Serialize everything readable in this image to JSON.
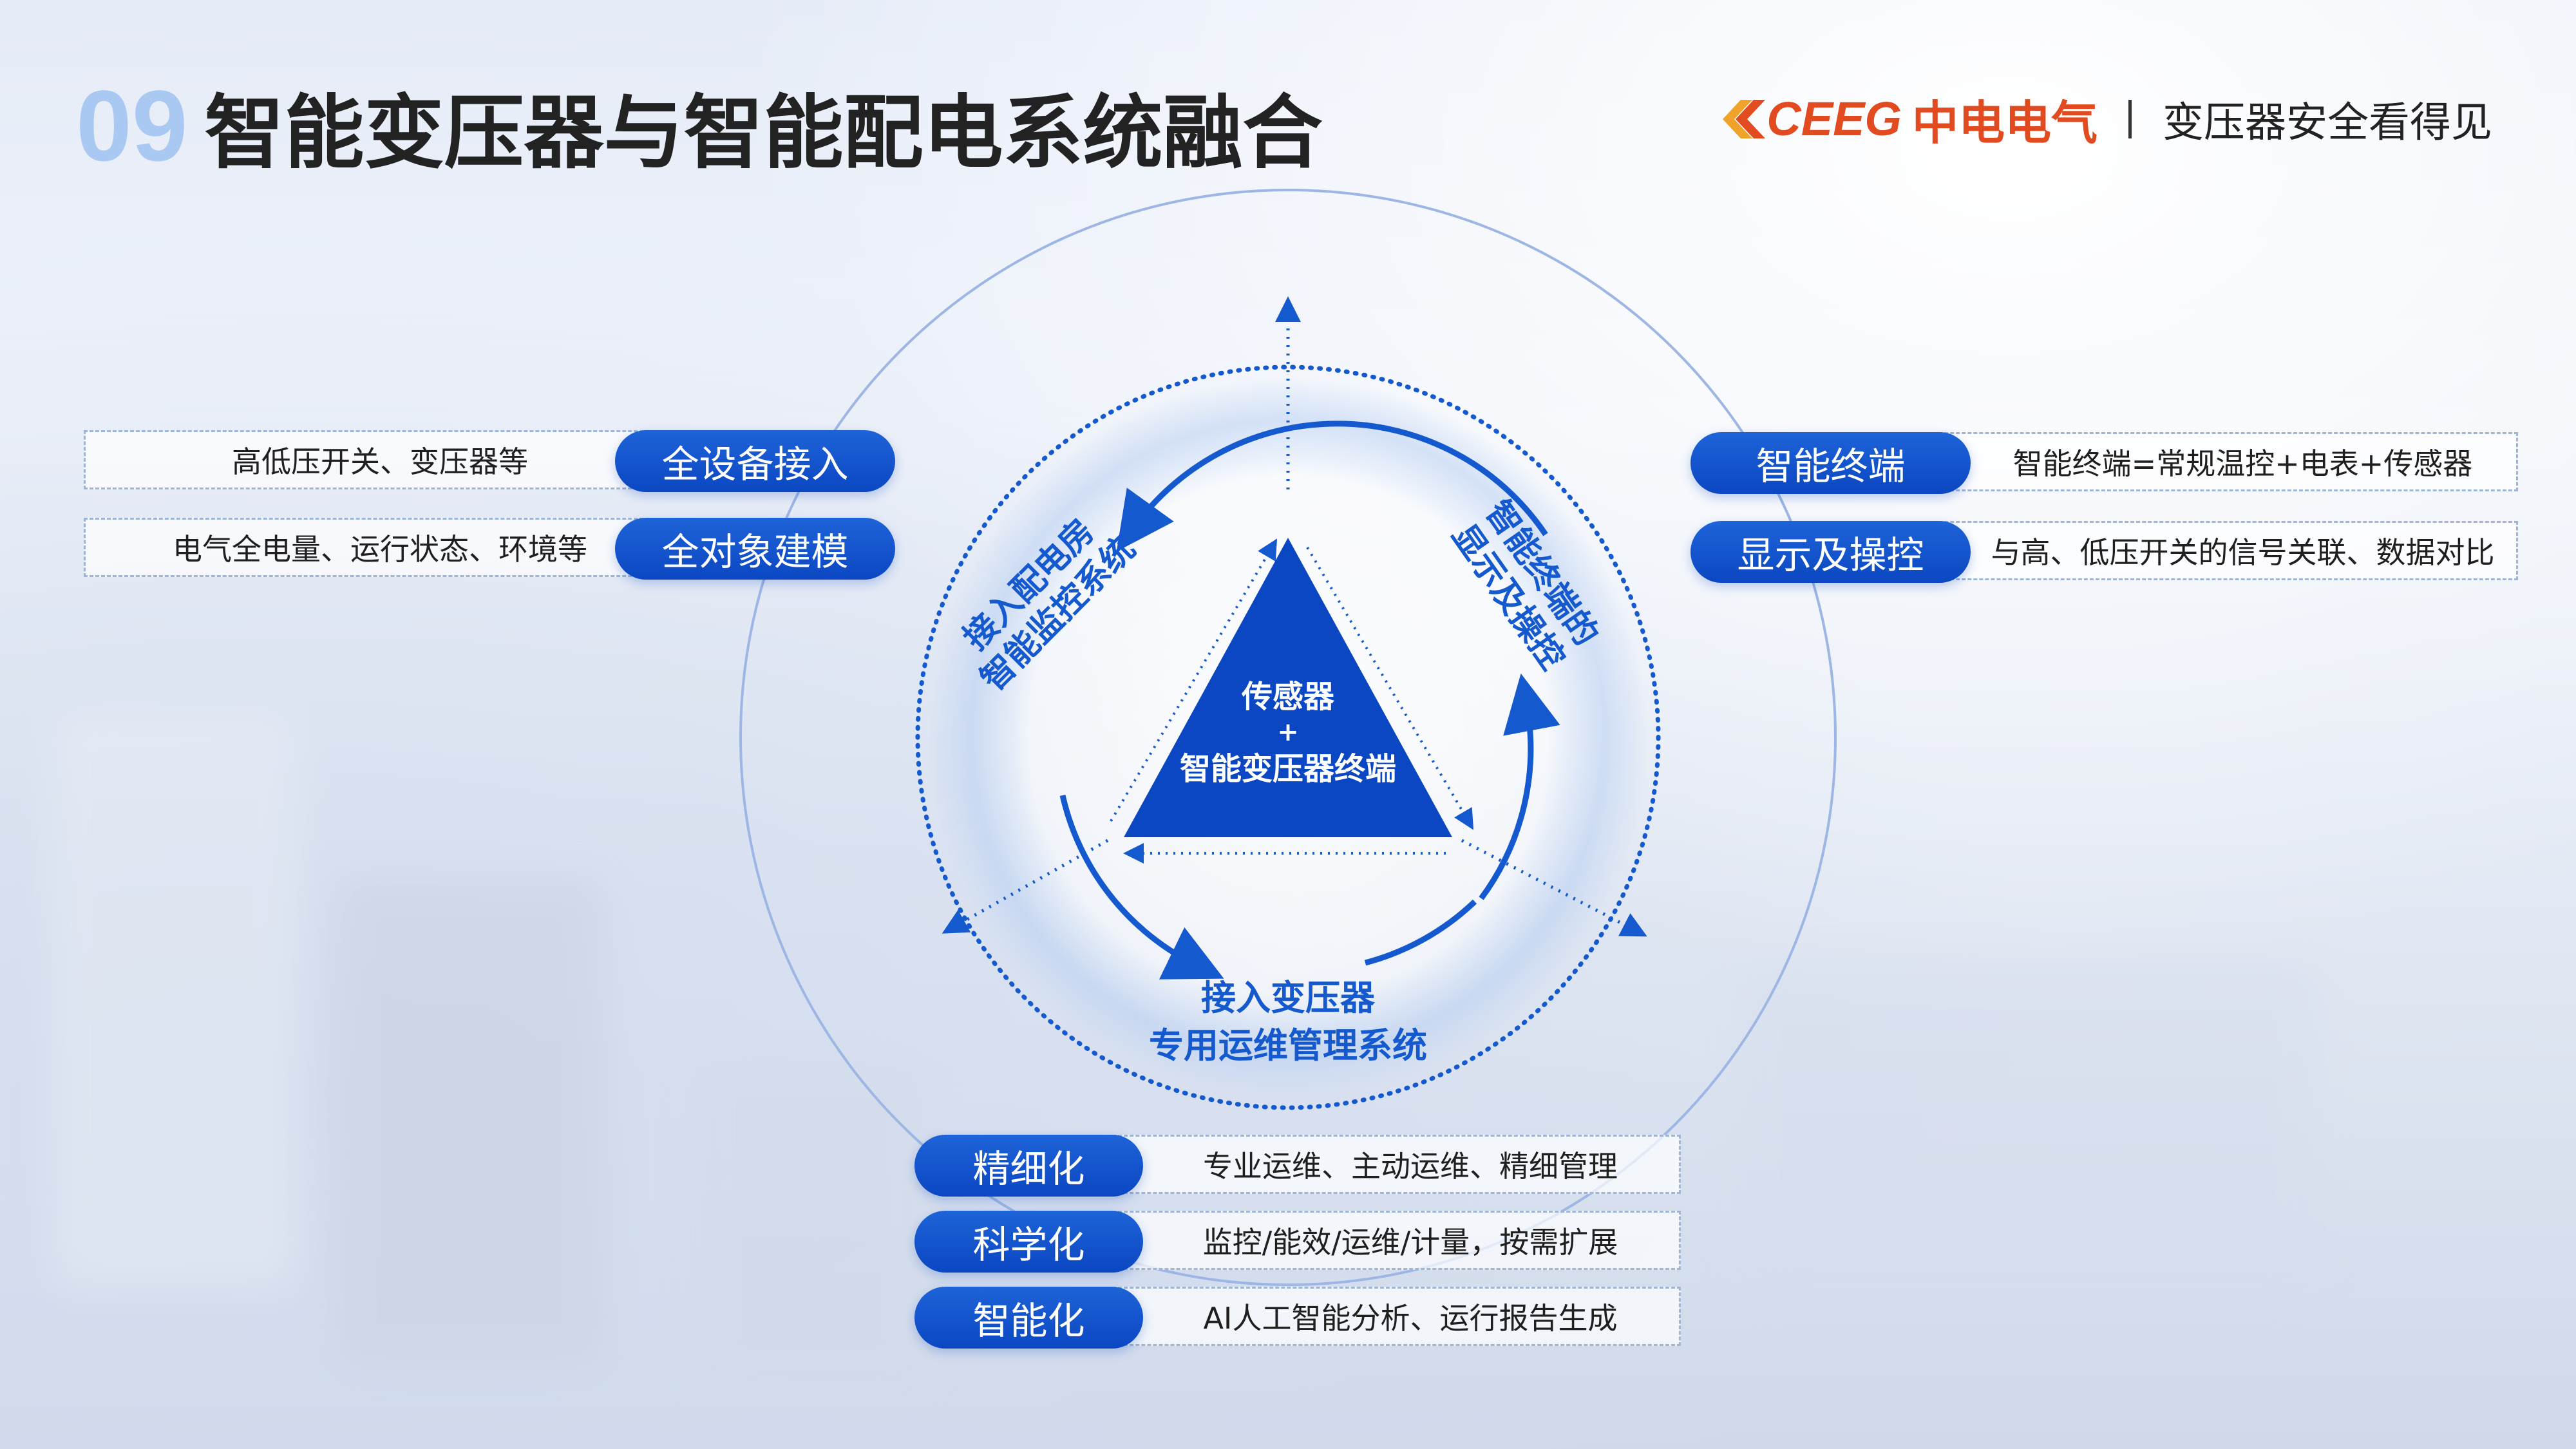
{
  "title": {
    "number": "09",
    "text": "智能变压器与智能配电系统融合"
  },
  "brand": {
    "logo_latin": "CEEG",
    "logo_cn": "中电电气",
    "slogan": "变压器安全看得见",
    "accent_color": "#e24a1f"
  },
  "colors": {
    "primary_blue": "#0b47c2",
    "title_number": "#a9c9f2"
  },
  "left_panel": [
    {
      "pill": "全设备接入",
      "text": "高低压开关、变压器等"
    },
    {
      "pill": "全对象建模",
      "text": "电气全电量、运行状态、环境等"
    }
  ],
  "right_panel": [
    {
      "pill": "智能终端",
      "text": "智能终端=常规温控+电表+传感器"
    },
    {
      "pill": "显示及操控",
      "text": "与高、低压开关的信号关联、数据对比"
    }
  ],
  "bottom_panel": [
    {
      "pill": "精细化",
      "text": "专业运维、主动运维、精细管理"
    },
    {
      "pill": "科学化",
      "text": "监控/能效/运维/计量，按需扩展"
    },
    {
      "pill": "智能化",
      "text": "AI人工智能分析、运行报告生成"
    }
  ],
  "diagram": {
    "center_line1": "传感器",
    "center_line2": "+",
    "center_line3": "智能变压器终端",
    "left_arc_line1": "接入配电房",
    "left_arc_line2": "智能监控系统",
    "right_arc_line1": "智能终端的",
    "right_arc_line2": "显示及操控",
    "bottom_line1": "接入变压器",
    "bottom_line2": "专用运维管理系统"
  }
}
